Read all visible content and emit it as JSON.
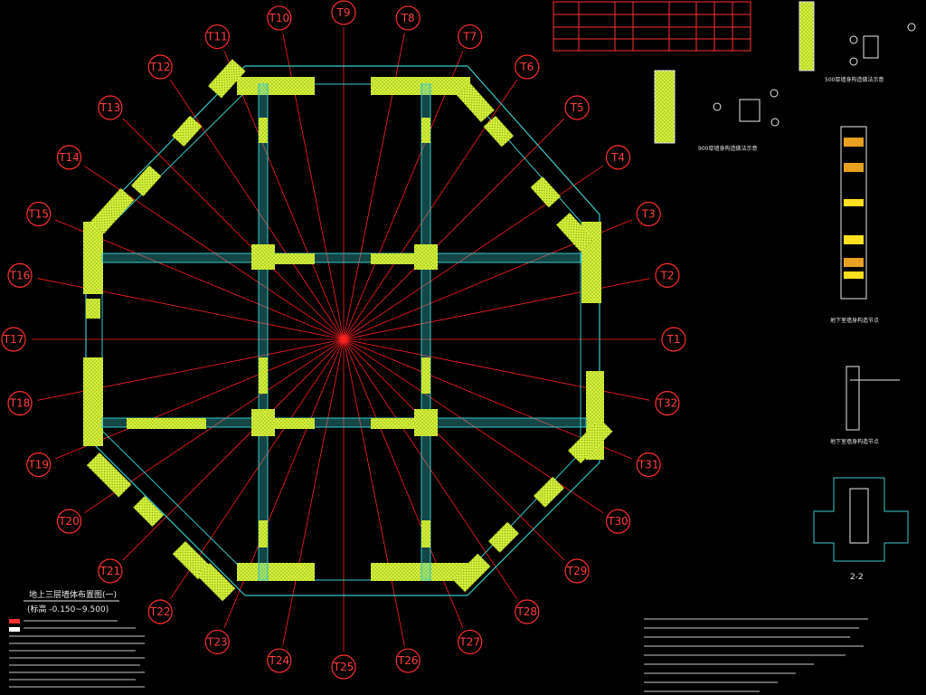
{
  "axes": [
    {
      "label": "T1",
      "angle": 0
    },
    {
      "label": "T2",
      "angle": 11.25
    },
    {
      "label": "T3",
      "angle": 22.5
    },
    {
      "label": "T4",
      "angle": 33.75
    },
    {
      "label": "T5",
      "angle": 45
    },
    {
      "label": "T6",
      "angle": 56.25
    },
    {
      "label": "T7",
      "angle": 67.5
    },
    {
      "label": "T8",
      "angle": 78.75
    },
    {
      "label": "T9",
      "angle": 90
    },
    {
      "label": "T10",
      "angle": 101.25
    },
    {
      "label": "T11",
      "angle": 112.5
    },
    {
      "label": "T12",
      "angle": 123.75
    },
    {
      "label": "T13",
      "angle": 135
    },
    {
      "label": "T14",
      "angle": 146.25
    },
    {
      "label": "T15",
      "angle": 157.5
    },
    {
      "label": "T16",
      "angle": 168.75
    },
    {
      "label": "T17",
      "angle": 180
    },
    {
      "label": "T18",
      "angle": 191.25
    },
    {
      "label": "T19",
      "angle": 202.5
    },
    {
      "label": "T20",
      "angle": 213.75
    },
    {
      "label": "T21",
      "angle": 225
    },
    {
      "label": "T22",
      "angle": 236.25
    },
    {
      "label": "T23",
      "angle": 247.5
    },
    {
      "label": "T24",
      "angle": 258.75
    },
    {
      "label": "T25",
      "angle": 270
    },
    {
      "label": "T26",
      "angle": 281.25
    },
    {
      "label": "T27",
      "angle": 292.5
    },
    {
      "label": "T28",
      "angle": 303.75
    },
    {
      "label": "T29",
      "angle": 315
    },
    {
      "label": "T30",
      "angle": 326.25
    },
    {
      "label": "T31",
      "angle": 337.5
    },
    {
      "label": "T32",
      "angle": 348.75
    }
  ],
  "plan": {
    "title": "地上三层墙体布置图(一)",
    "subtitle": "(标高 -0.150~9.500)"
  },
  "details": {
    "detail_a_caption": "500厚墙身构造做法示意",
    "detail_b_caption": "900厚墙身构造做法示意",
    "detail_c_caption": "地下室墙身构造节点",
    "detail_d_caption": "地下室墙身构造节点",
    "section_label": "2-2"
  },
  "colors": {
    "background": "#000000",
    "axis": "#ff2020",
    "wall": "#d7f23a",
    "beam": "#39c8c8",
    "text": "#e8e8e8"
  }
}
